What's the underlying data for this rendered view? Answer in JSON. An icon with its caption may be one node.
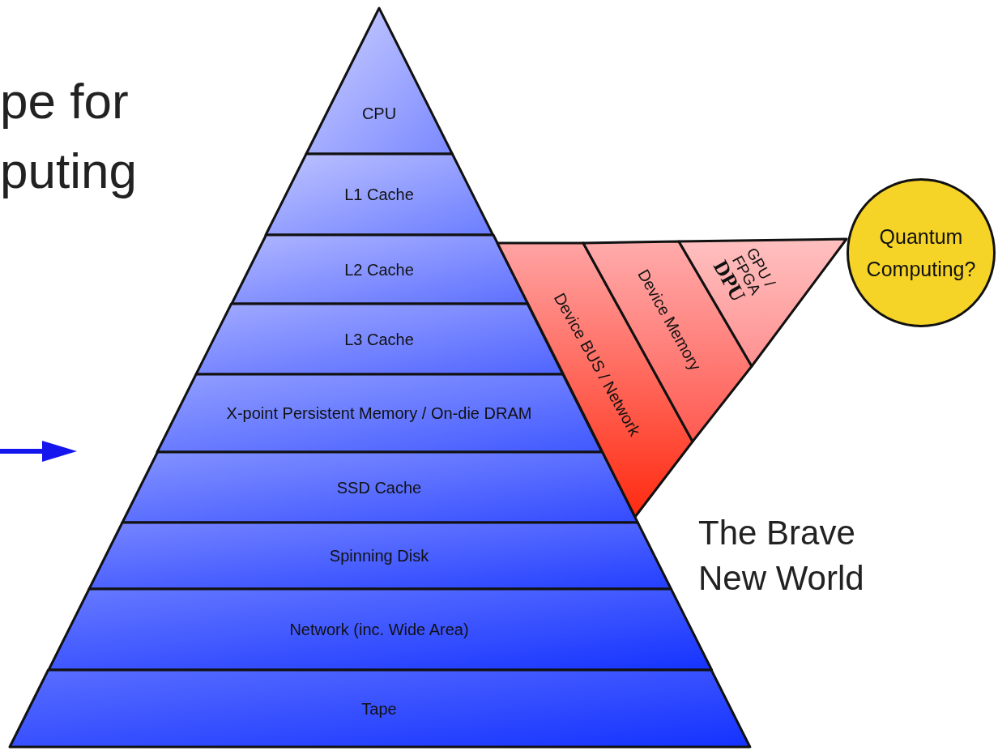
{
  "diagram": {
    "title": "pe for puting",
    "nodes": [
      {
        "text": [
          "CPU"
        ]
      },
      {
        "text": [
          "L1 Cache"
        ]
      },
      {
        "text": [
          "L2 Cache"
        ]
      },
      {
        "text": [
          "L3 Cache"
        ]
      },
      {
        "text": [
          "X-point Persistent Memory / On-die DRAM"
        ]
      },
      {
        "text": [
          "SSD Cache"
        ]
      },
      {
        "text": [
          "Spinning Disk"
        ]
      },
      {
        "text": [
          "Network (inc. Wide Area)"
        ]
      },
      {
        "text": [
          "Tape"
        ]
      },
      {
        "text": [
          "Device BUS / Network"
        ]
      },
      {
        "text": [
          "Device Memory"
        ]
      },
      {
        "text": [
          "GPU / FPGA",
          "DPU"
        ]
      },
      {
        "text": [
          "Quantum Computing?"
        ]
      }
    ],
    "labels": [
      "The Brave New World"
    ]
  }
}
